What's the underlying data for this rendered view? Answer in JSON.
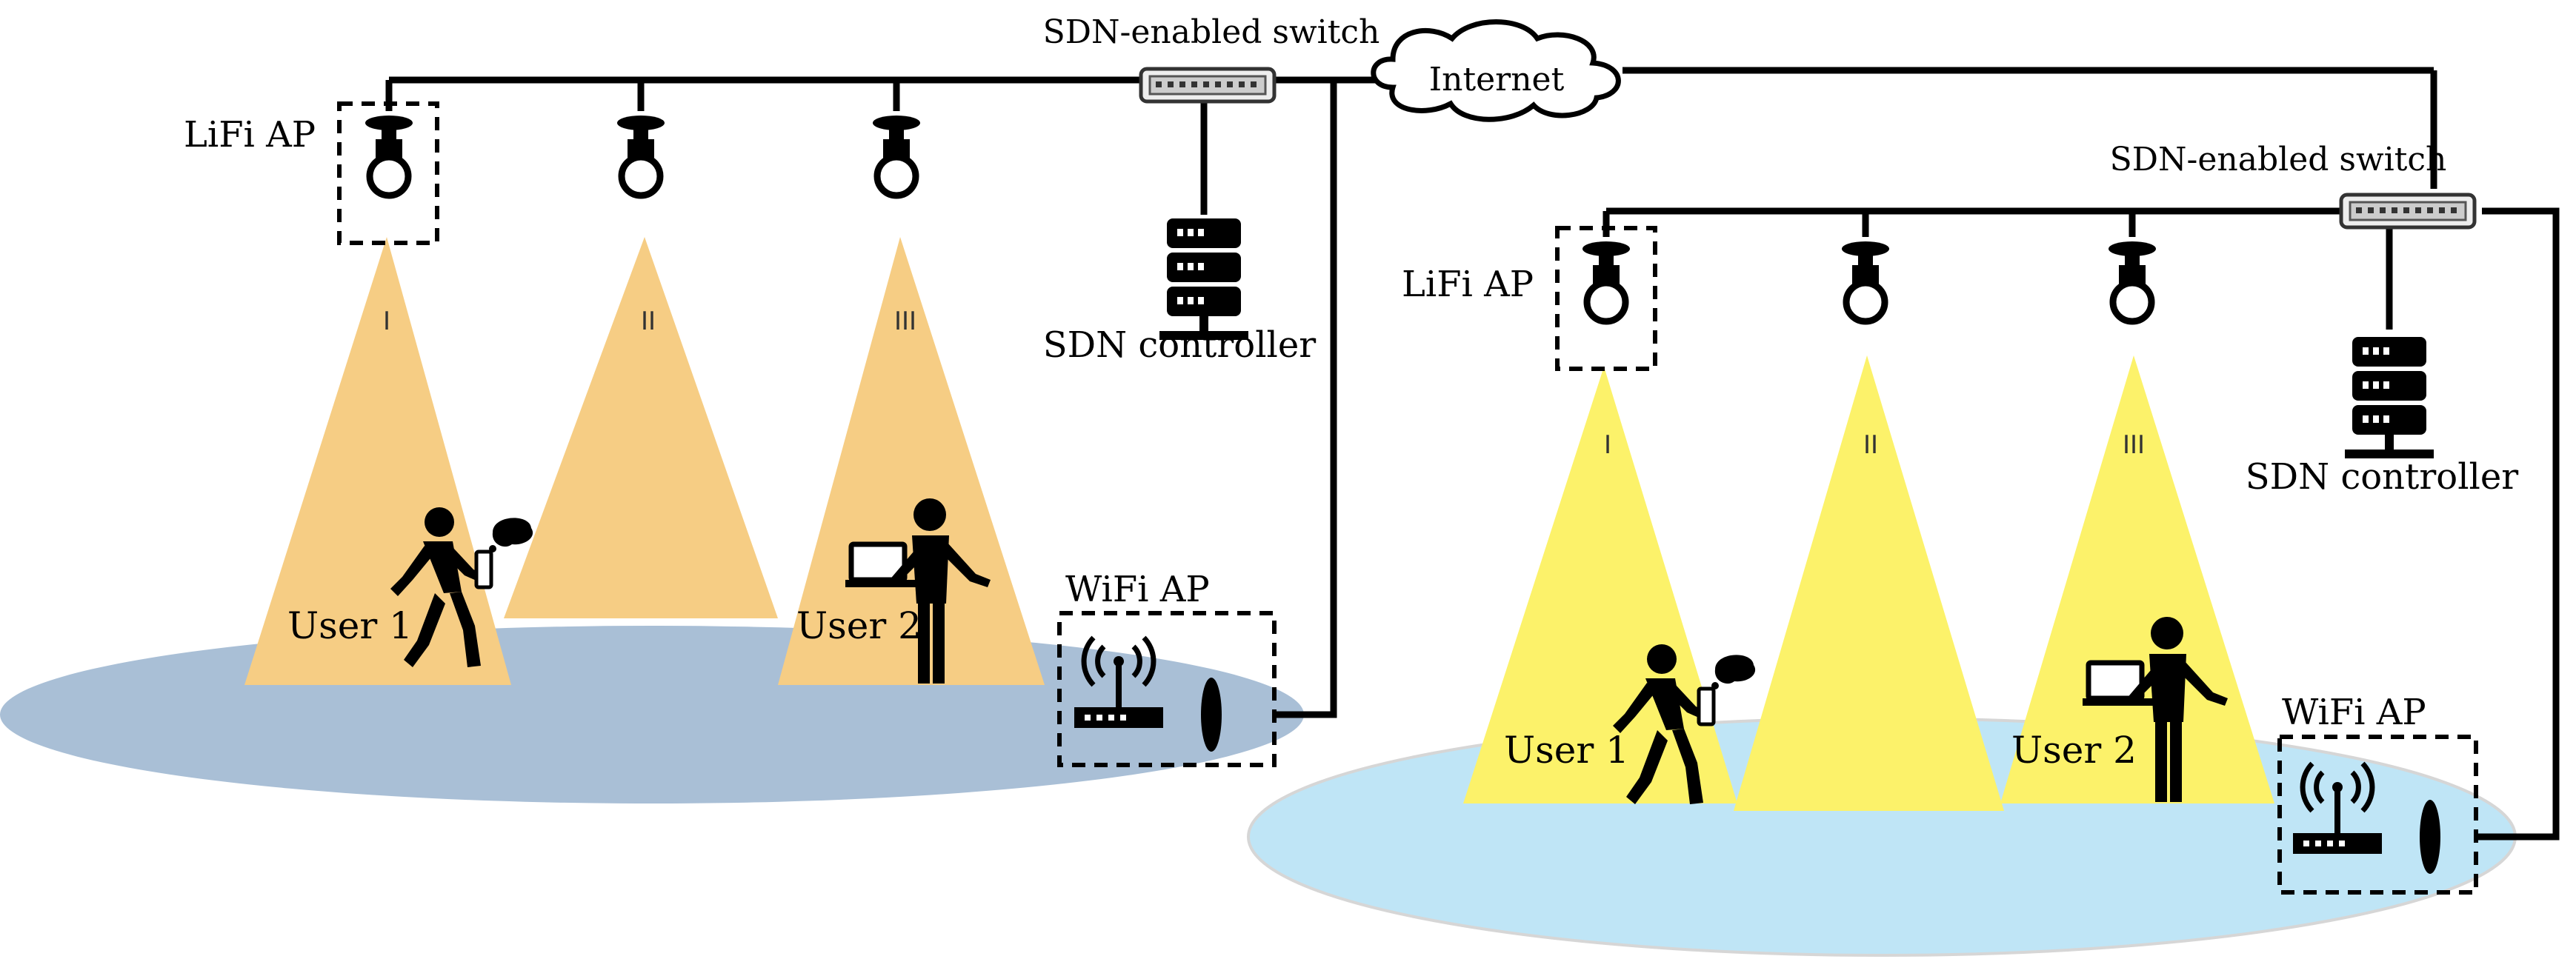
{
  "networks": [
    {
      "id": "left",
      "switch_label": "SDN-enabled switch",
      "controller_label": "SDN controller",
      "lifi_label": "LiFi AP",
      "wifi_label": "WiFi AP",
      "beam_labels": [
        "I",
        "II",
        "III"
      ],
      "users": [
        "User 1",
        "User 2"
      ],
      "beam_color": "#f6cd84",
      "floor_color": "#a9bfd6"
    },
    {
      "id": "right",
      "switch_label": "SDN-enabled switch",
      "controller_label": "SDN controller",
      "lifi_label": "LiFi AP",
      "wifi_label": "WiFi AP",
      "beam_labels": [
        "I",
        "II",
        "III"
      ],
      "users": [
        "User 1",
        "User 2"
      ],
      "beam_color": "#fcf26a",
      "floor_color": "#bfe5f6"
    }
  ],
  "internet_label": "Internet"
}
